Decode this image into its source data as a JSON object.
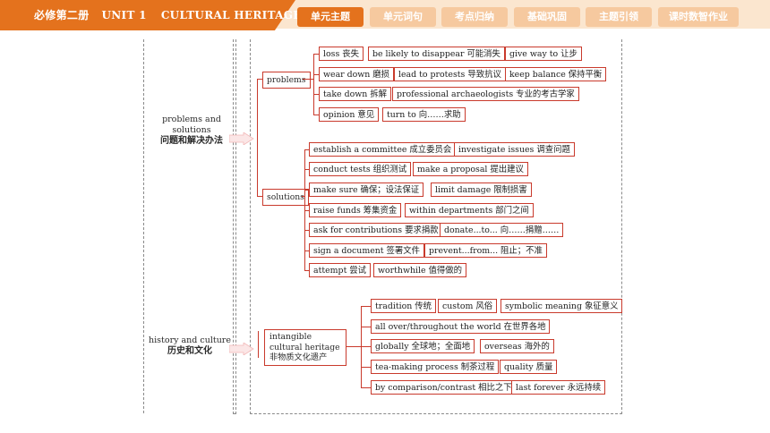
{
  "header": {
    "book": "必修第二册",
    "unit": "UNIT 1",
    "unit_title": "CULTURAL HERITAGE",
    "tabs": [
      "单元主题",
      "单元词句",
      "考点归纳",
      "基础巩固",
      "主题引领",
      "课时数智作业"
    ],
    "active_tab": "单元主题"
  },
  "sections": [
    {
      "en": "problems and solutions",
      "zh": "问题和解决办法",
      "groups": [
        {
          "label": "problems",
          "rows": [
            [
              "loss 丧失",
              "be likely to disappear 可能消失",
              "give way to 让步"
            ],
            [
              "wear down 磨损",
              "lead to protests 导致抗议",
              "keep balance 保持平衡"
            ],
            [
              "take down 拆解",
              "professional archaeologists 专业的考古学家"
            ],
            [
              "opinion 意见",
              "turn to 向……求助"
            ]
          ]
        },
        {
          "label": "solutions",
          "rows": [
            [
              "establish a committee 成立委员会",
              "investigate issues 调查问题"
            ],
            [
              "conduct tests 组织测试",
              "make a proposal 提出建议"
            ],
            [
              "make sure 确保；设法保证",
              "limit damage 限制损害"
            ],
            [
              "raise funds 筹集资金",
              "within departments 部门之间"
            ],
            [
              "ask for contributions 要求捐款",
              "donate...to... 向……捐赠……"
            ],
            [
              "sign a document 签署文件",
              "prevent...from... 阻止；不准"
            ],
            [
              "attempt 尝试",
              "worthwhile 值得做的"
            ]
          ]
        }
      ]
    },
    {
      "en": "history and culture",
      "zh": "历史和文化",
      "groups": [
        {
          "label_en": "intangible cultural heritage",
          "label_zh": "非物质文化遗产",
          "rows": [
            [
              "tradition 传统",
              "custom 风俗",
              "symbolic meaning 象征意义"
            ],
            [
              "all over/throughout the world 在世界各地"
            ],
            [
              "globally 全球地；全面地",
              "overseas 海外的"
            ],
            [
              "tea-making process 制茶过程",
              "quality 质量"
            ],
            [
              "by comparison/contrast 相比之下",
              "last forever 永远持续"
            ]
          ]
        }
      ]
    }
  ]
}
